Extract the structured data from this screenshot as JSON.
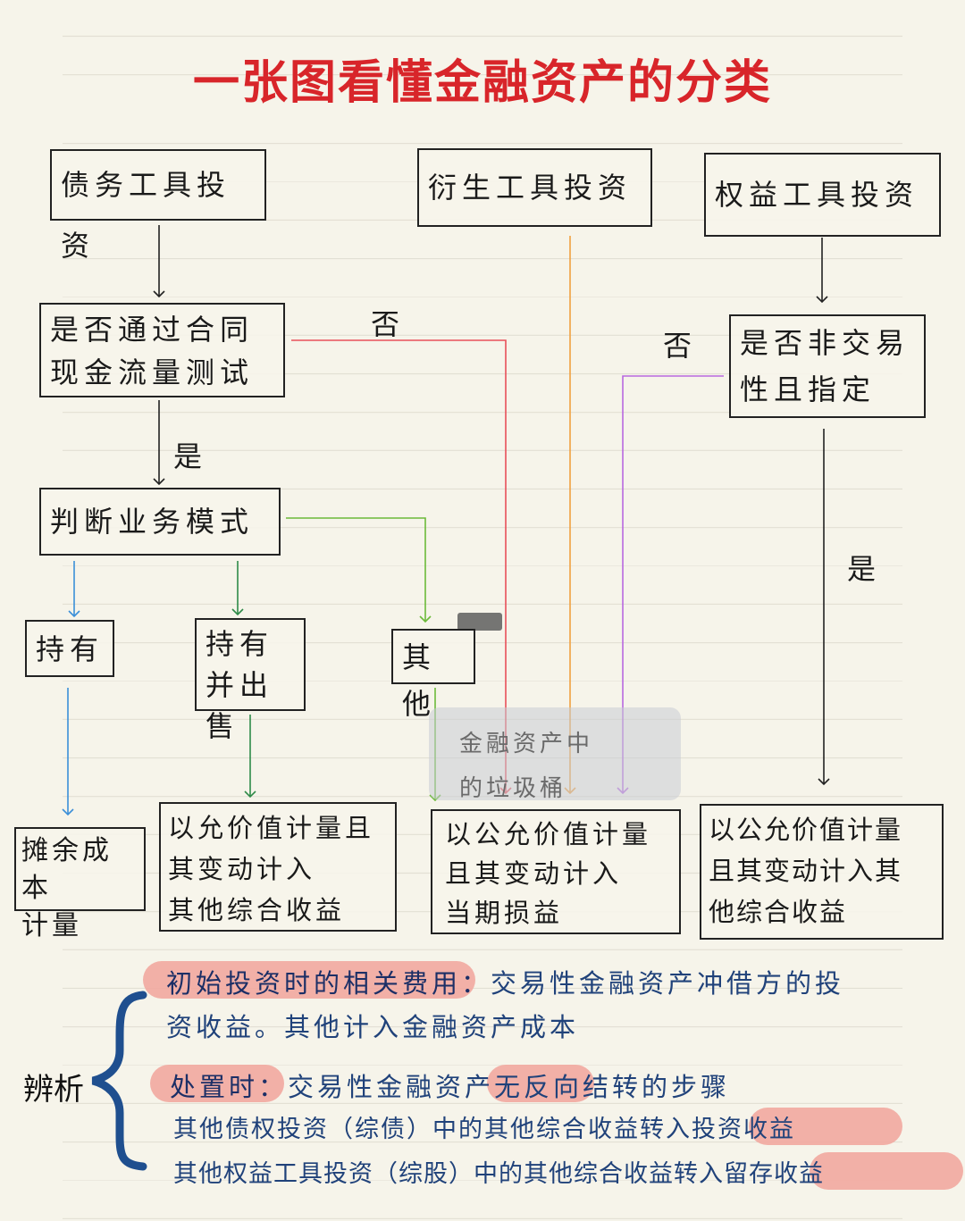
{
  "title": "一张图看懂金融资产的分类",
  "colors": {
    "title": "#d8252a",
    "red_line": "#e8505a",
    "orange_line": "#f0a040",
    "purple_line": "#b868e0",
    "green_line": "#6cba3a",
    "dark_green_line": "#2e8a48",
    "blue_line": "#3b8fd8",
    "brace": "#1f4f8f",
    "highlight": "#f2a8a0",
    "note_text": "#20427a"
  },
  "diagram": {
    "nodes": {
      "debt_investment": "债务工具投资",
      "derivative_investment": "衍生工具投资",
      "equity_investment": "权益工具投资",
      "contract_cashflow_test": [
        "是否通过合同",
        "现金流量测试"
      ],
      "business_model": "判断业务模式",
      "non_trading_designated": [
        "是否非交易",
        "性且指定"
      ],
      "hold": "持有",
      "hold_and_sell": [
        "持有",
        "并出售"
      ],
      "other": "其他",
      "amortized_cost": [
        "摊余成本",
        "计量"
      ],
      "fvoci_debt": [
        "以允价值计量且",
        "其变动计入",
        "其他综合收益"
      ],
      "fvtpl": [
        "以公允价值计量",
        "且其变动计入",
        "当期损益"
      ],
      "fvoci_equity": [
        "以公允价值计量",
        "且其变动计入其",
        "他综合收益"
      ]
    },
    "edge_labels": {
      "test_no": "否",
      "test_yes": "是",
      "equity_no": "否",
      "equity_yes": "是"
    },
    "trash_note": [
      "金融资产中",
      "的垃圾桶"
    ]
  },
  "notes": {
    "side_label": "辨析",
    "initial_key": "初始投资时的相关费用：",
    "initial_text_1": "交易性金融资产冲借方的投",
    "initial_text_2": "资收益。其他计入金融资产成本",
    "disposal_key": "处置时：",
    "disposal_text": "交易性金融资产无反向结转的步骤",
    "debt_line": "其他债权投资（综债）中的其他综合收益转入投资收益",
    "equity_line": "其他权益工具投资（综股）中的其他综合收益转入留存收益"
  }
}
